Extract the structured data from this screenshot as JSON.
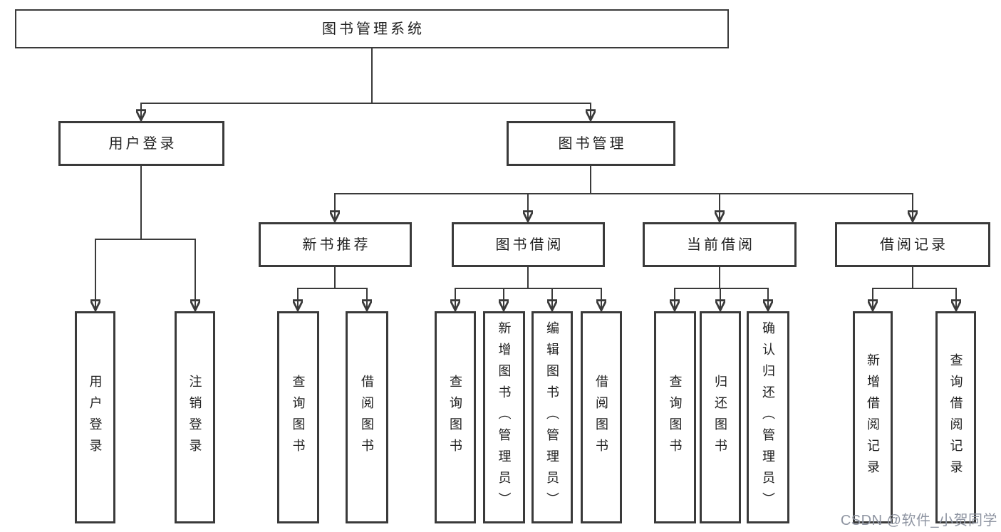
{
  "tree": {
    "root": "图书管理系统",
    "branches": [
      {
        "label": "用户登录",
        "children": [
          "用户登录",
          "注销登录"
        ]
      },
      {
        "label": "图书管理",
        "groups": [
          {
            "label": "新书推荐",
            "children": [
              "查询图书",
              "借阅图书"
            ]
          },
          {
            "label": "图书借阅",
            "children": [
              "查询图书",
              "新增图书（管理员）",
              "编辑图书（管理员）",
              "借阅图书"
            ]
          },
          {
            "label": "当前借阅",
            "children": [
              "查询图书",
              "归还图书",
              "确认归还（管理员）"
            ]
          },
          {
            "label": "借阅记录",
            "children": [
              "新增借阅记录",
              "查询借阅记录"
            ]
          }
        ]
      }
    ]
  },
  "watermark": "CSDN @软件_小贺同学",
  "colors": {
    "line": "#3a3a3a",
    "text": "#212121",
    "watermark": "#8f95a2",
    "background": "#ffffff"
  }
}
